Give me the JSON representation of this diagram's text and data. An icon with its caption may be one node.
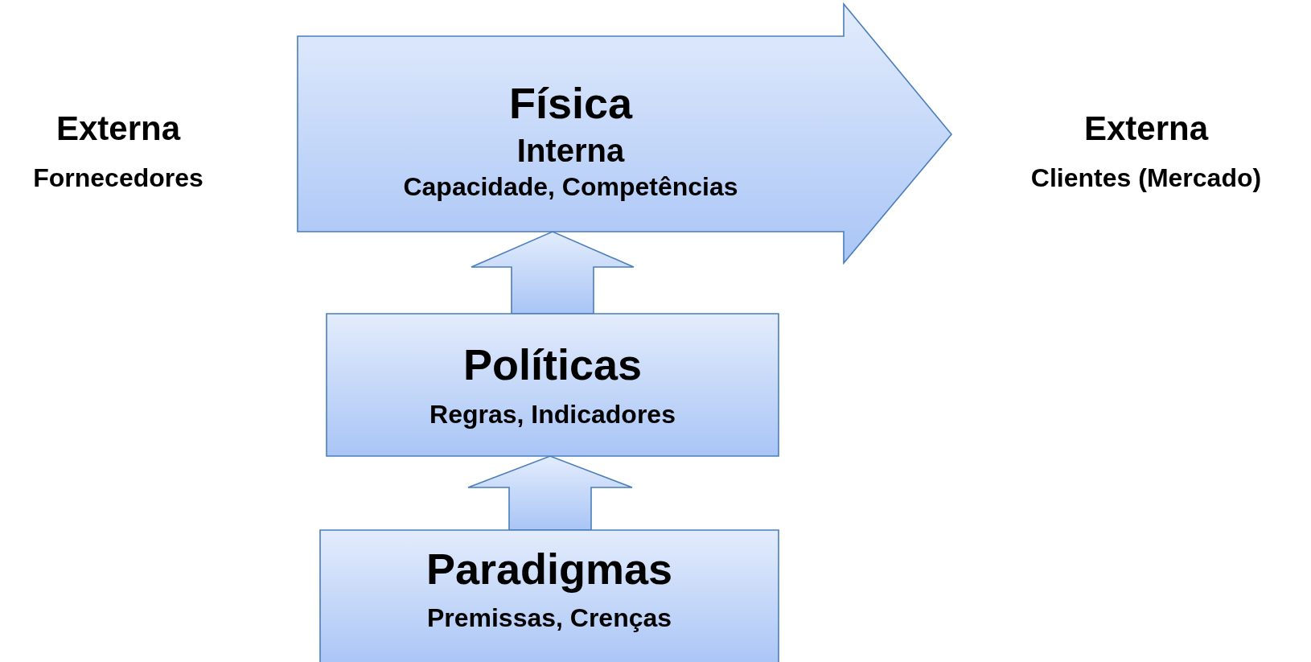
{
  "diagram": {
    "nodes": [
      {
        "text": [
          "Física",
          "Interna",
          "Capacidade, Competências"
        ]
      },
      {
        "text": [
          "Políticas",
          "Regras, Indicadores"
        ]
      },
      {
        "text": [
          "Paradigmas",
          "Premissas, Crenças"
        ]
      }
    ],
    "edges": [
      {
        "from": 1,
        "to": 0,
        "arrow": "to"
      },
      {
        "from": 2,
        "to": 1,
        "arrow": "to"
      }
    ],
    "labels": [
      "Externa",
      "Fornecedores",
      "Externa",
      "Clientes (Mercado)"
    ]
  }
}
